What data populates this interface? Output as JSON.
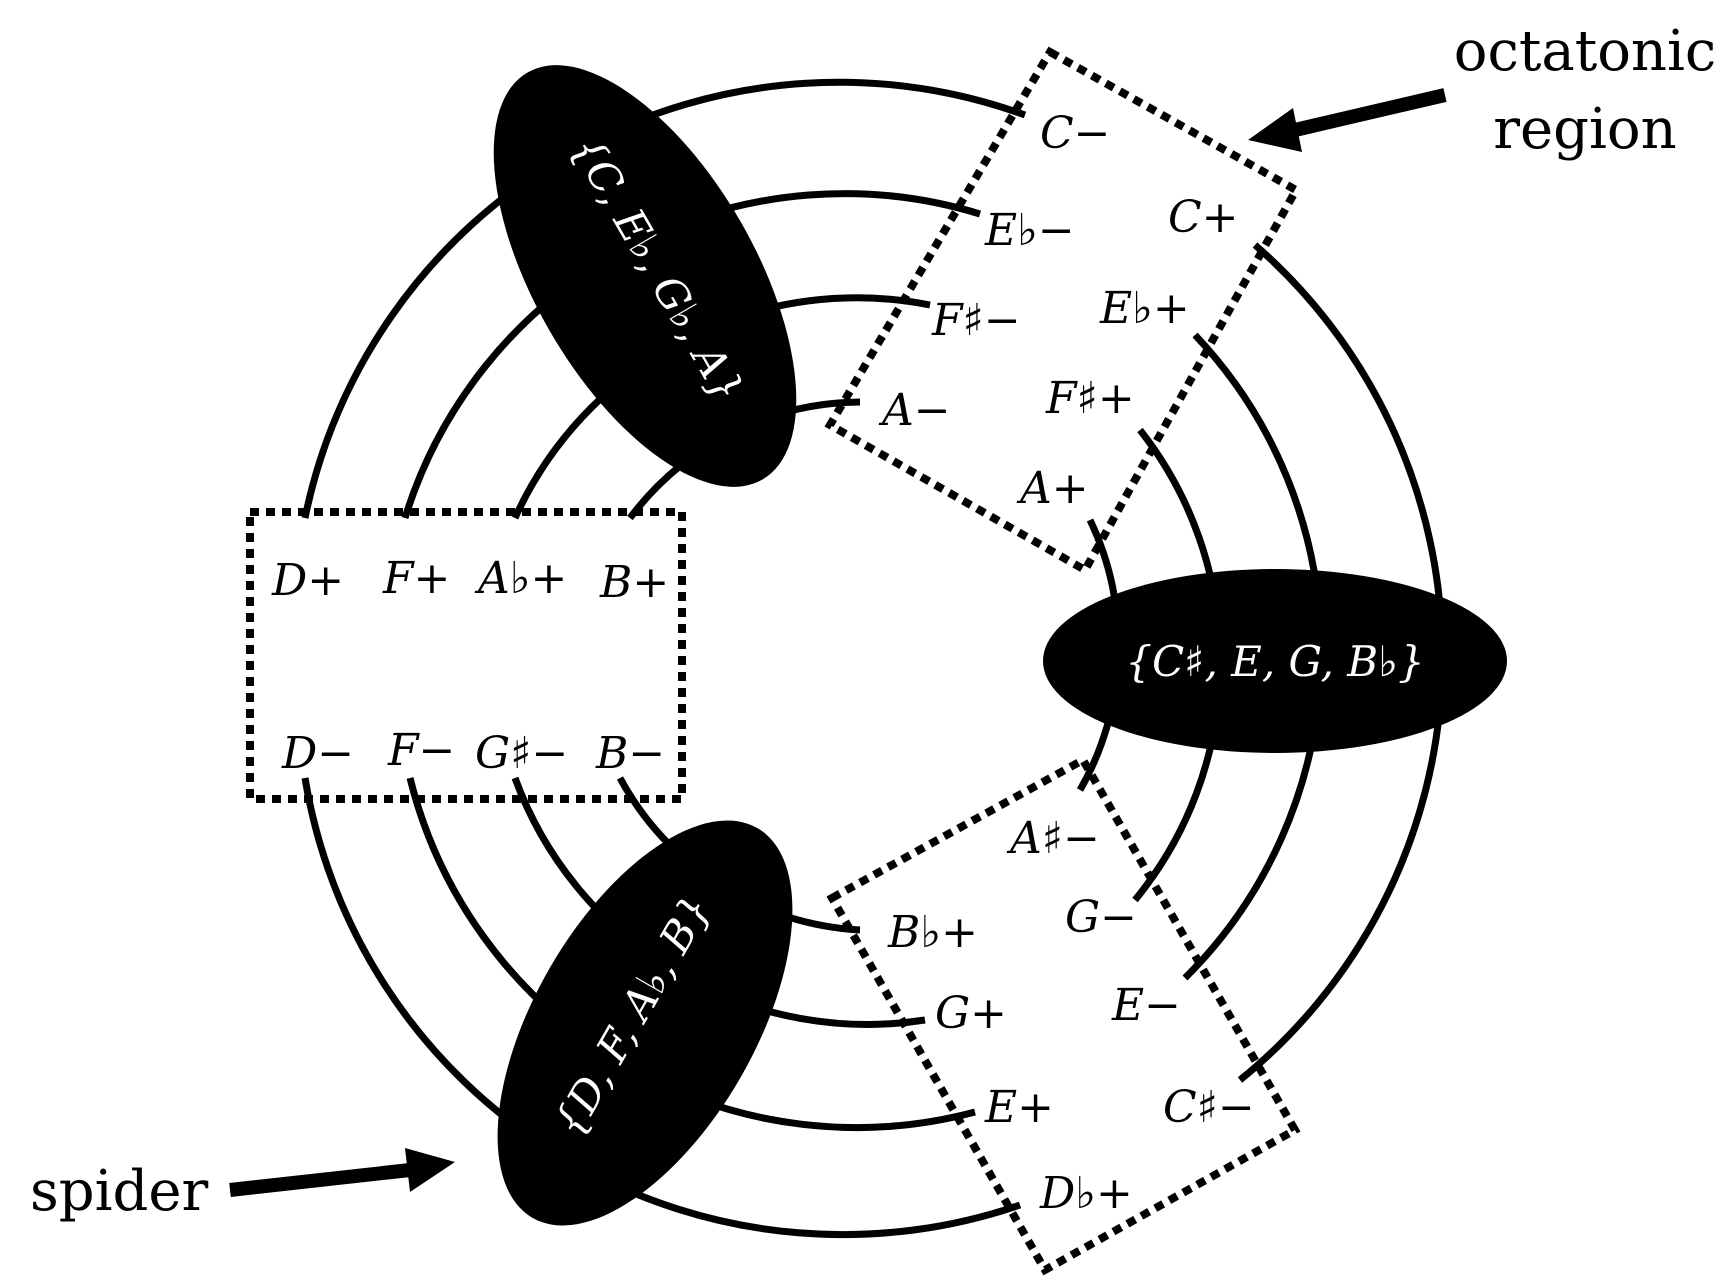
{
  "spiders": [
    {
      "name": "top-left",
      "label": "{C, E♭, G♭, A}"
    },
    {
      "name": "right",
      "label": "{C♯, E, G, B♭}"
    },
    {
      "name": "bottom-left",
      "label": "{D, F, A♭, B}"
    }
  ],
  "chords": {
    "left_box_top": [
      "D+",
      "F+",
      "A♭+",
      "B+"
    ],
    "left_box_bottom": [
      "D−",
      "F−",
      "G♯−",
      "B−"
    ],
    "top_right_left": [
      "C−",
      "E♭−",
      "F♯−",
      "A−"
    ],
    "top_right_right": [
      "C+",
      "E♭+",
      "F♯+",
      "A+"
    ],
    "bottom_right_left": [
      "B♭+",
      "G+",
      "E+",
      "D♭+"
    ],
    "bottom_right_right": [
      "A♯−",
      "G−",
      "E−",
      "C♯−"
    ]
  },
  "annotations": {
    "octatonic_line1": "octatonic",
    "octatonic_line2": "region",
    "spider": "spider"
  }
}
